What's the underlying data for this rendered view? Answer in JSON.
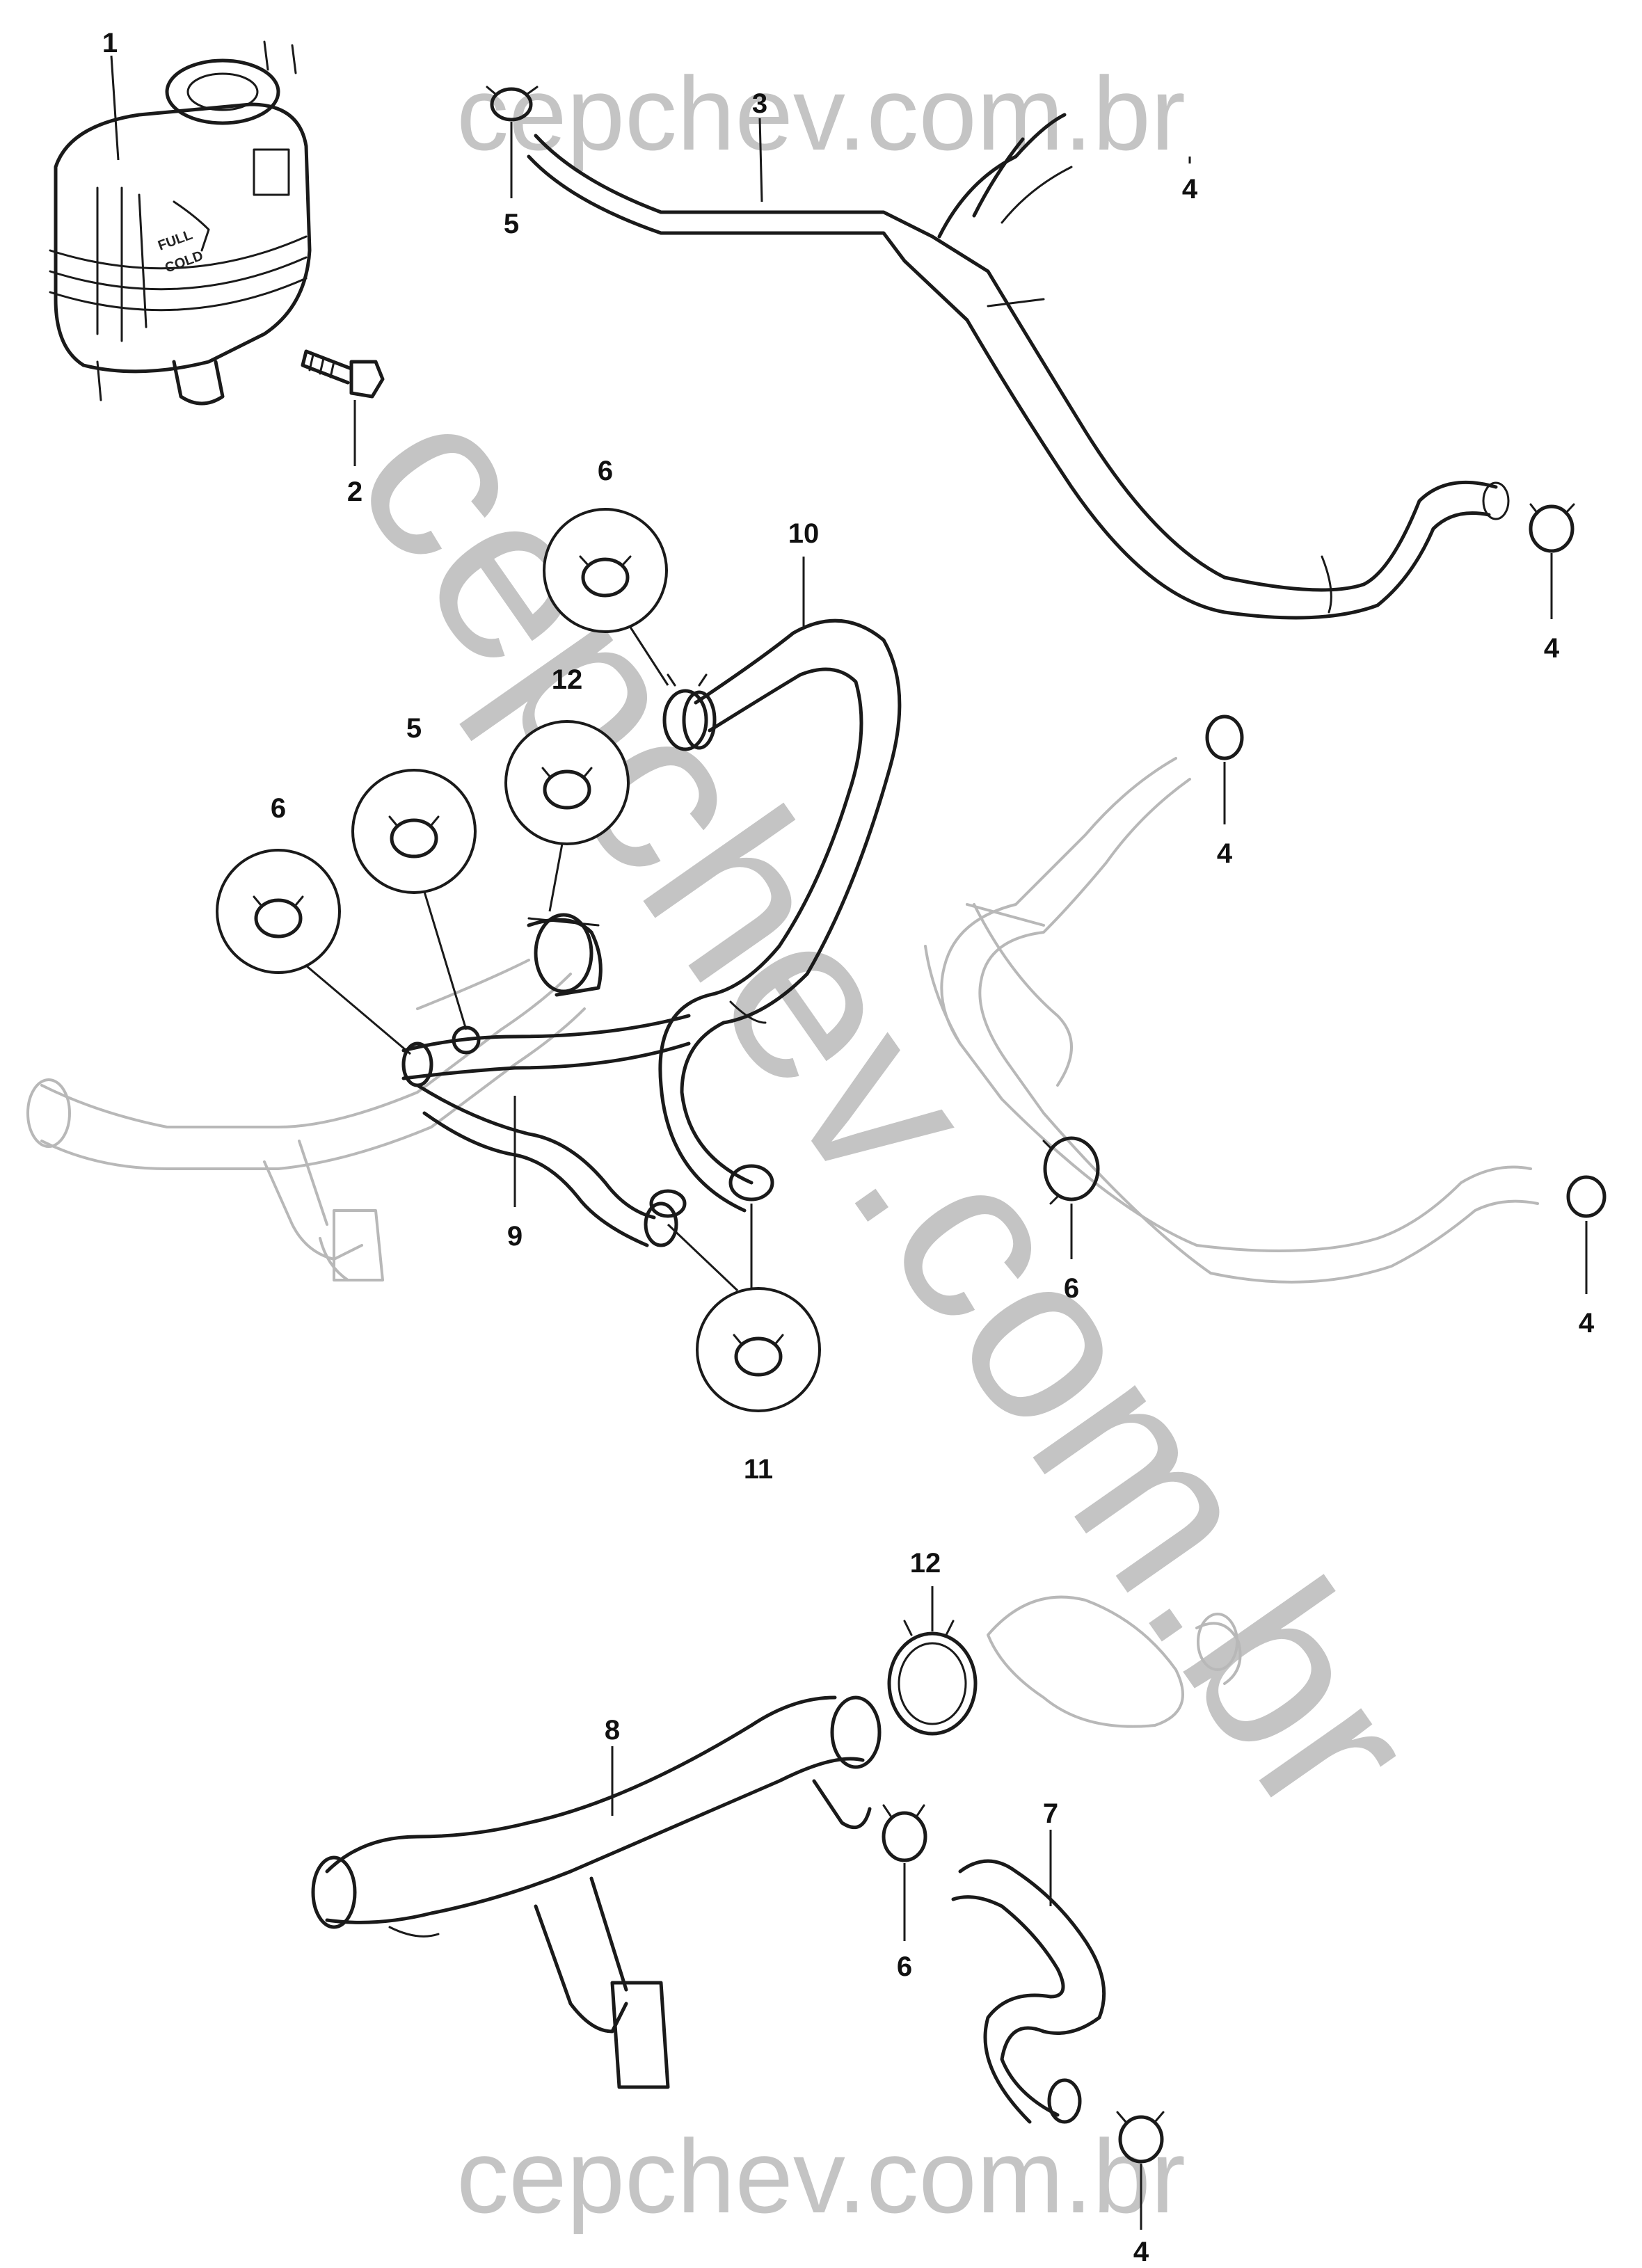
{
  "watermark": {
    "top": "cepchev.com.br",
    "bottom": "cepchev.com.br",
    "diagonal": "cepchev.com.br",
    "color": "#c4c4c4"
  },
  "reservoir_label": {
    "line1": "FULL",
    "line2": "COLD"
  },
  "callouts": [
    {
      "id": "c1",
      "num": "1"
    },
    {
      "id": "c2",
      "num": "2"
    },
    {
      "id": "c3",
      "num": "3"
    },
    {
      "id": "c4a",
      "num": "4"
    },
    {
      "id": "c5a",
      "num": "5"
    },
    {
      "id": "c4b",
      "num": "4"
    },
    {
      "id": "c6a",
      "num": "6"
    },
    {
      "id": "c10",
      "num": "10"
    },
    {
      "id": "c12a",
      "num": "12"
    },
    {
      "id": "c5b",
      "num": "5"
    },
    {
      "id": "c6b",
      "num": "6"
    },
    {
      "id": "c4c",
      "num": "4"
    },
    {
      "id": "c9",
      "num": "9"
    },
    {
      "id": "c6c",
      "num": "6"
    },
    {
      "id": "c4d",
      "num": "4"
    },
    {
      "id": "c11",
      "num": "11"
    },
    {
      "id": "c12b",
      "num": "12"
    },
    {
      "id": "c8",
      "num": "8"
    },
    {
      "id": "c7",
      "num": "7"
    },
    {
      "id": "c6d",
      "num": "6"
    },
    {
      "id": "c4e",
      "num": "4"
    }
  ],
  "colors": {
    "line": "#1a1a1a",
    "ghost": "#b8b8b8",
    "background": "#ffffff"
  }
}
